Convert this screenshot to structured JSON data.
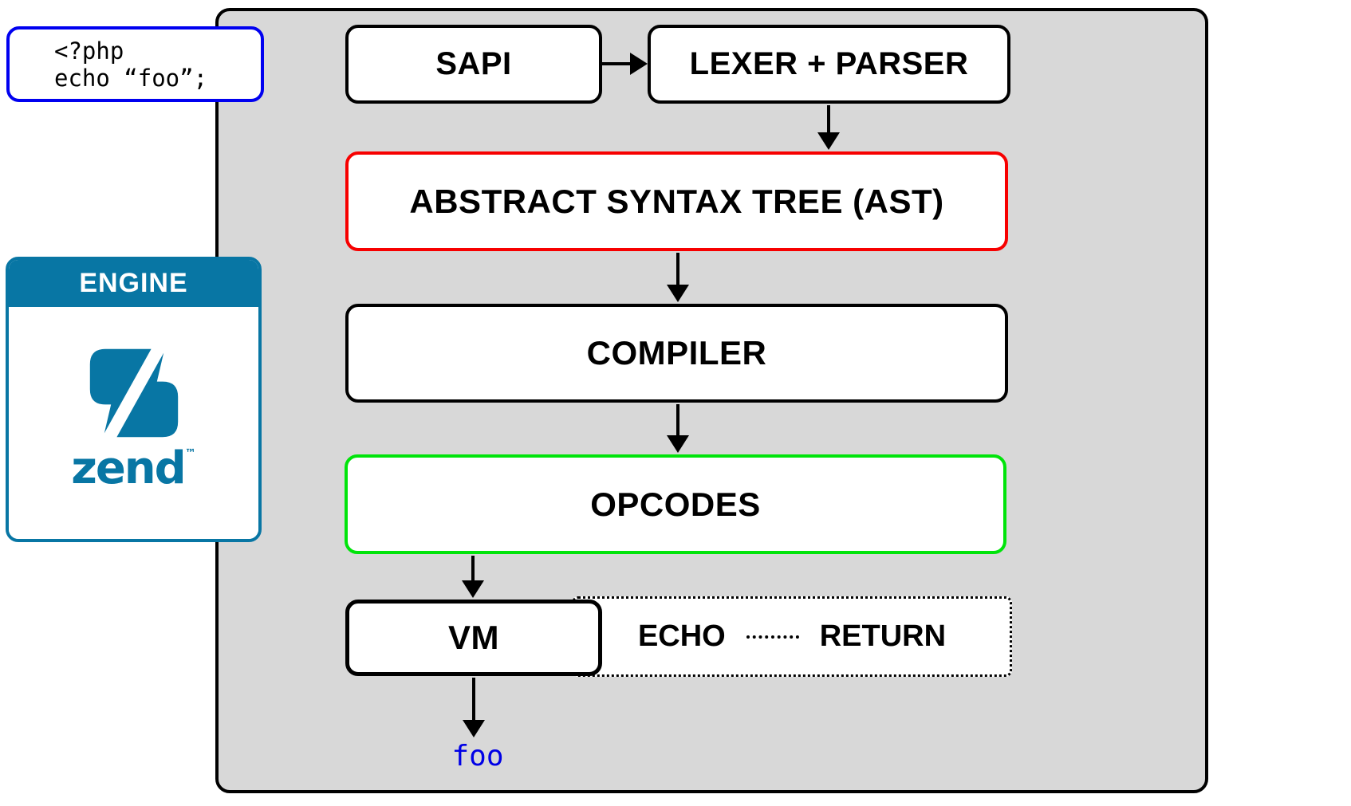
{
  "source_code": {
    "line1": "<?php",
    "line2": "echo “foo”;"
  },
  "engine": {
    "header_label": "ENGINE",
    "brand": "zend",
    "trademark": "™"
  },
  "pipeline": {
    "sapi": "SAPI",
    "lexer_parser": "LEXER + PARSER",
    "ast": "ABSTRACT SYNTAX TREE (AST)",
    "compiler": "COMPILER",
    "opcodes": "OPCODES",
    "vm": "VM",
    "opcode_echo": "ECHO",
    "opcode_return": "RETURN"
  },
  "output": {
    "text": "foo"
  },
  "colors": {
    "container_fill": "#d8d8d8",
    "code_border_blue": "#0000f0",
    "ast_border_red": "#f70000",
    "opcodes_border_green": "#00e40a",
    "zend_teal": "#0876a4",
    "output_blue": "#0000e6",
    "line_black": "#000000"
  }
}
